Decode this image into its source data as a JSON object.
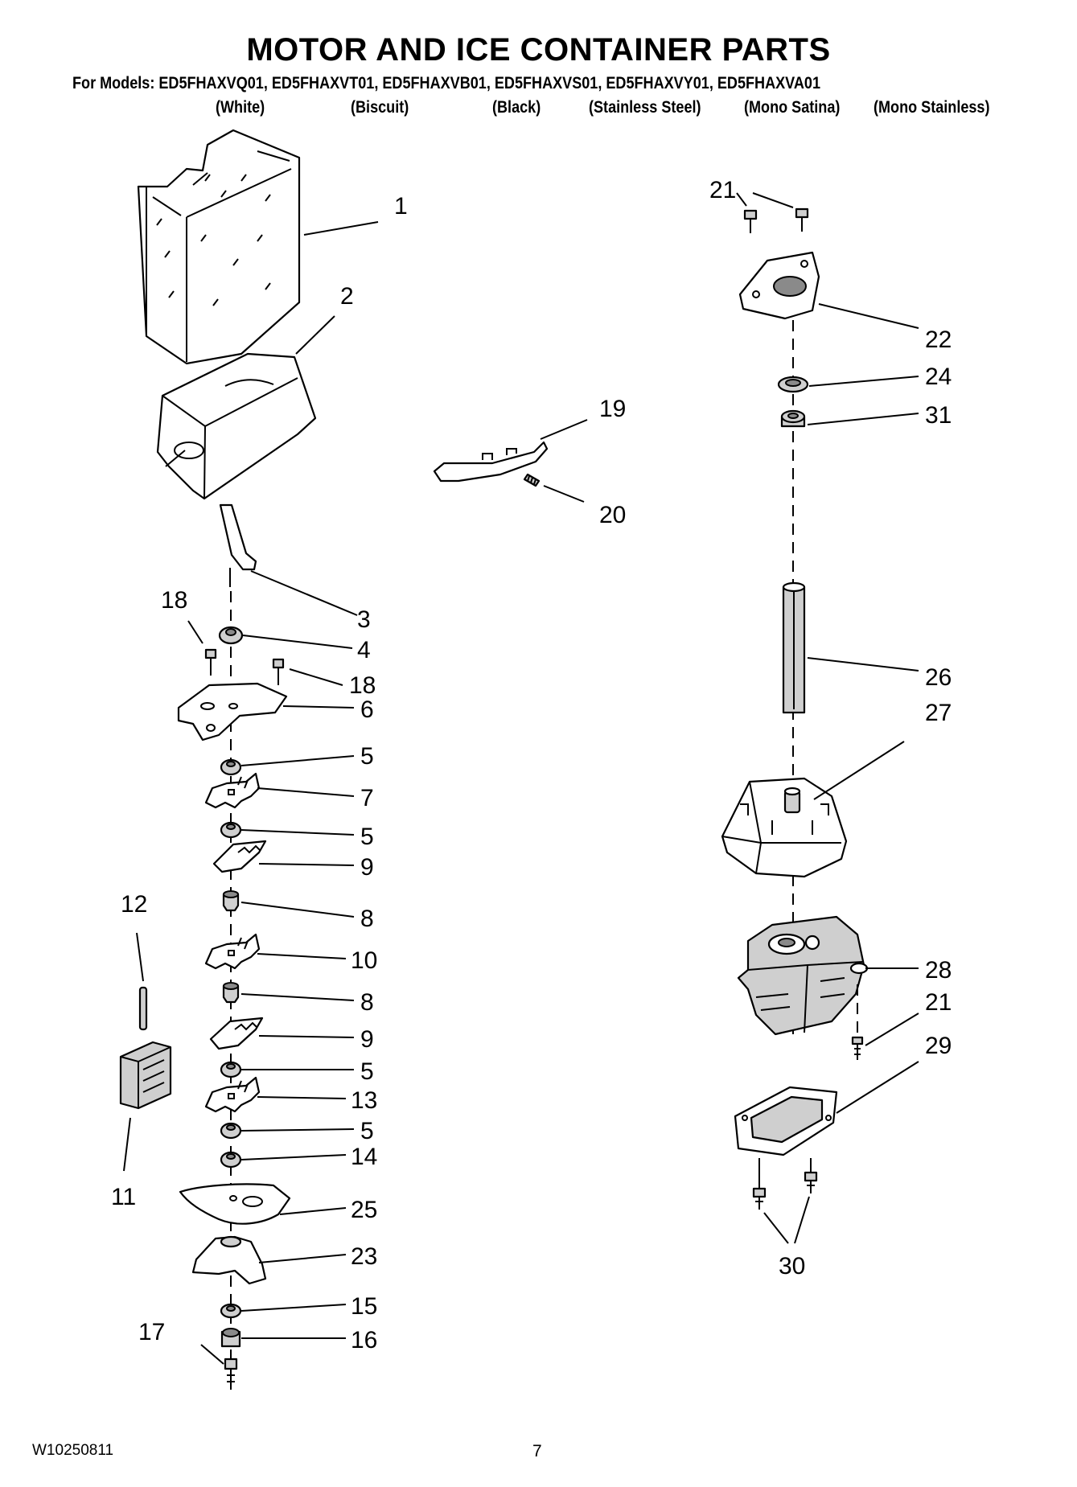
{
  "header": {
    "title": "MOTOR AND ICE CONTAINER PARTS",
    "models_line": "For Models: ED5FHAXVQ01, ED5FHAXVT01, ED5FHAXVB01, ED5FHAXVS01, ED5FHAXVY01, ED5FHAXVA01",
    "colors": [
      "(White)",
      "(Biscuit)",
      "(Black)",
      "(Stainless Steel)",
      "(Mono Satina)",
      "(Mono Stainless)"
    ]
  },
  "callouts": {
    "c1": "1",
    "c2": "2",
    "c3": "3",
    "c4": "4",
    "c18a": "18",
    "c18b": "18",
    "c6": "6",
    "c5a": "5",
    "c7": "7",
    "c5b": "5",
    "c9a": "9",
    "c8a": "8",
    "c10": "10",
    "c8b": "8",
    "c9b": "9",
    "c5c": "5",
    "c13": "13",
    "c5d": "5",
    "c14": "14",
    "c25": "25",
    "c23": "23",
    "c15": "15",
    "c16": "16",
    "c17": "17",
    "c12": "12",
    "c11": "11",
    "c19": "19",
    "c20": "20",
    "c21a": "21",
    "c22": "22",
    "c24": "24",
    "c31": "31",
    "c26": "26",
    "c27": "27",
    "c28": "28",
    "c21b": "21",
    "c29": "29",
    "c30": "30"
  },
  "footer": {
    "doc_number": "W10250811",
    "page_number": "7"
  }
}
